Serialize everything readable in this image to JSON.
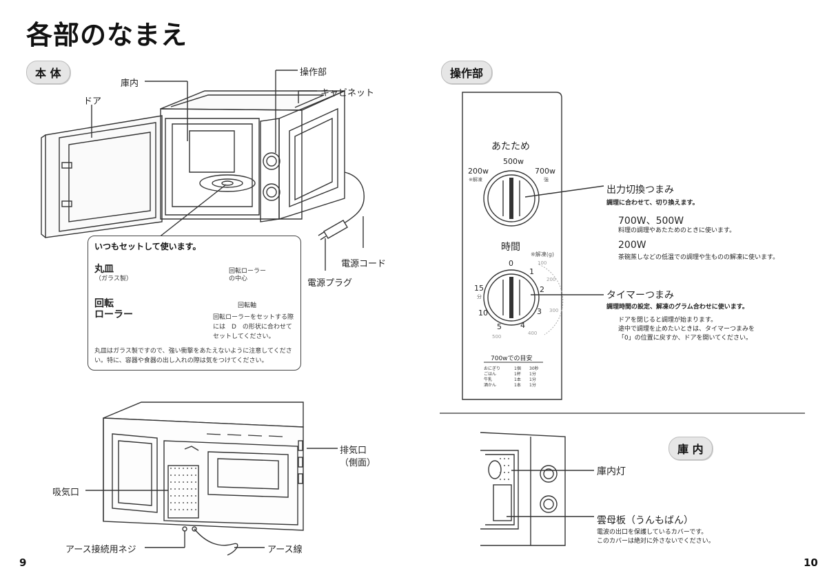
{
  "page": {
    "title": "各部のなまえ",
    "page_left": "9",
    "page_right": "10"
  },
  "body_section": {
    "heading": "本 体",
    "labels": {
      "chamber": "庫内",
      "door": "ドア",
      "control": "操作部",
      "cabinet": "キャビネット",
      "power_cord": "電源コード",
      "power_plug": "電源プラグ"
    },
    "inset": {
      "title": "いつもセットして使います。",
      "plate": "丸皿",
      "plate_note": "（ガラス製）",
      "roller_center": "回転ローラーの中心",
      "roller_center_line1": "回転ローラー",
      "roller_center_line2": "の中心",
      "roller_line1": "回転",
      "roller_line2": "ローラー",
      "axis": "回転軸",
      "set_note_line1": "回転ローラーをセットする際",
      "set_note_line2": "には　D　の形状に合わせて",
      "set_note_line3": "セットしてください。",
      "caution_line1": "丸皿はガラス製ですので、強い衝撃をあたえないように注意してくださ",
      "caution_line2": "い。特に、容器や食器の出し入れの際は気をつけてください。"
    },
    "back_labels": {
      "exhaust": "排気口",
      "exhaust_side": "（側面）",
      "intake": "吸気口",
      "earth_screw": "アース接続用ネジ",
      "earth_wire": "アース線"
    }
  },
  "control_section": {
    "heading": "操作部",
    "warm_label": "あたため",
    "w500": "500w",
    "w200": "200w",
    "w200_sub": "※解凍",
    "w700": "700w",
    "w700_sub": "強",
    "time_label": "時間",
    "defrost_g": "※解凍(g)",
    "ticks": [
      "0",
      "1",
      "2",
      "3",
      "4",
      "5",
      "10",
      "15"
    ],
    "tick_15_sub": "分",
    "grams": [
      "100",
      "200",
      "300",
      "400",
      "500"
    ],
    "table_title": "700wでの目安",
    "table_rows": [
      [
        "おにぎり",
        "1個",
        "30秒"
      ],
      [
        "ごはん",
        "1杯",
        "1分"
      ],
      [
        "牛乳",
        "1本",
        "1分"
      ],
      [
        "酒かん",
        "1本",
        "1分"
      ]
    ],
    "power_knob": {
      "name": "出力切換つまみ",
      "desc": "調理に合わせて、切り換えます。",
      "opt1_title": "700W、500W",
      "opt1_desc": "料理の調理やあたためのときに使います。",
      "opt2_title": "200W",
      "opt2_desc": "茶碗蒸しなどの低温での調理や生ものの解凍に使います。"
    },
    "timer_knob": {
      "name": "タイマーつまみ",
      "desc": "調理時間の設定、解凍のグラム合わせに使います。",
      "note1": "ドアを閉じると調理が始まります。",
      "note2": "途中で調理を止めたいときは、タイマーつまみを",
      "note3": "「0」の位置に戻すか、ドアを開いてください。"
    }
  },
  "interior_section": {
    "heading": "庫 内",
    "lamp": "庫内灯",
    "mica": "雲母板（うんもばん）",
    "mica_desc1": "電波の出口を保護しているカバーです。",
    "mica_desc2": "このカバーは絶対に外さないでください。"
  }
}
